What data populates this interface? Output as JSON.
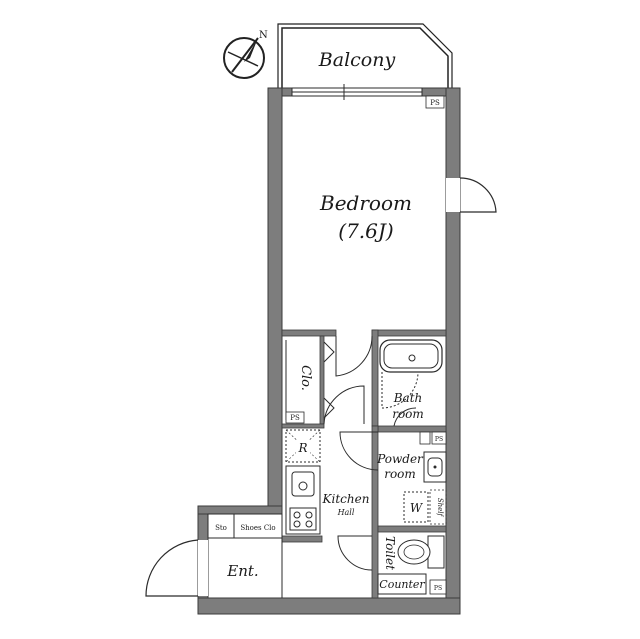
{
  "rooms": {
    "balcony": "Balcony",
    "bedroom": "Bedroom",
    "bedroom_size": "(7.6J)",
    "closet": "Clo.",
    "bath_line1": "Bath",
    "bath_line2": "room",
    "powder_line1": "Powder",
    "powder_line2": "room",
    "kitchen": "Kitchen",
    "hall": "Hall",
    "entrance": "Ent.",
    "toilet": "Toilet",
    "counter": "Counter",
    "storage": "Sto",
    "shoes_closet": "Shoes Clo",
    "refrigerator": "R",
    "washer": "W",
    "shelf": "Shelf"
  },
  "pipe_space": "PS",
  "compass_letter": "N",
  "colors": {
    "wall": "#7d7d7d",
    "wall_edge": "#3a3a3a",
    "line": "#2b2b2b",
    "floor": "#ffffff"
  }
}
